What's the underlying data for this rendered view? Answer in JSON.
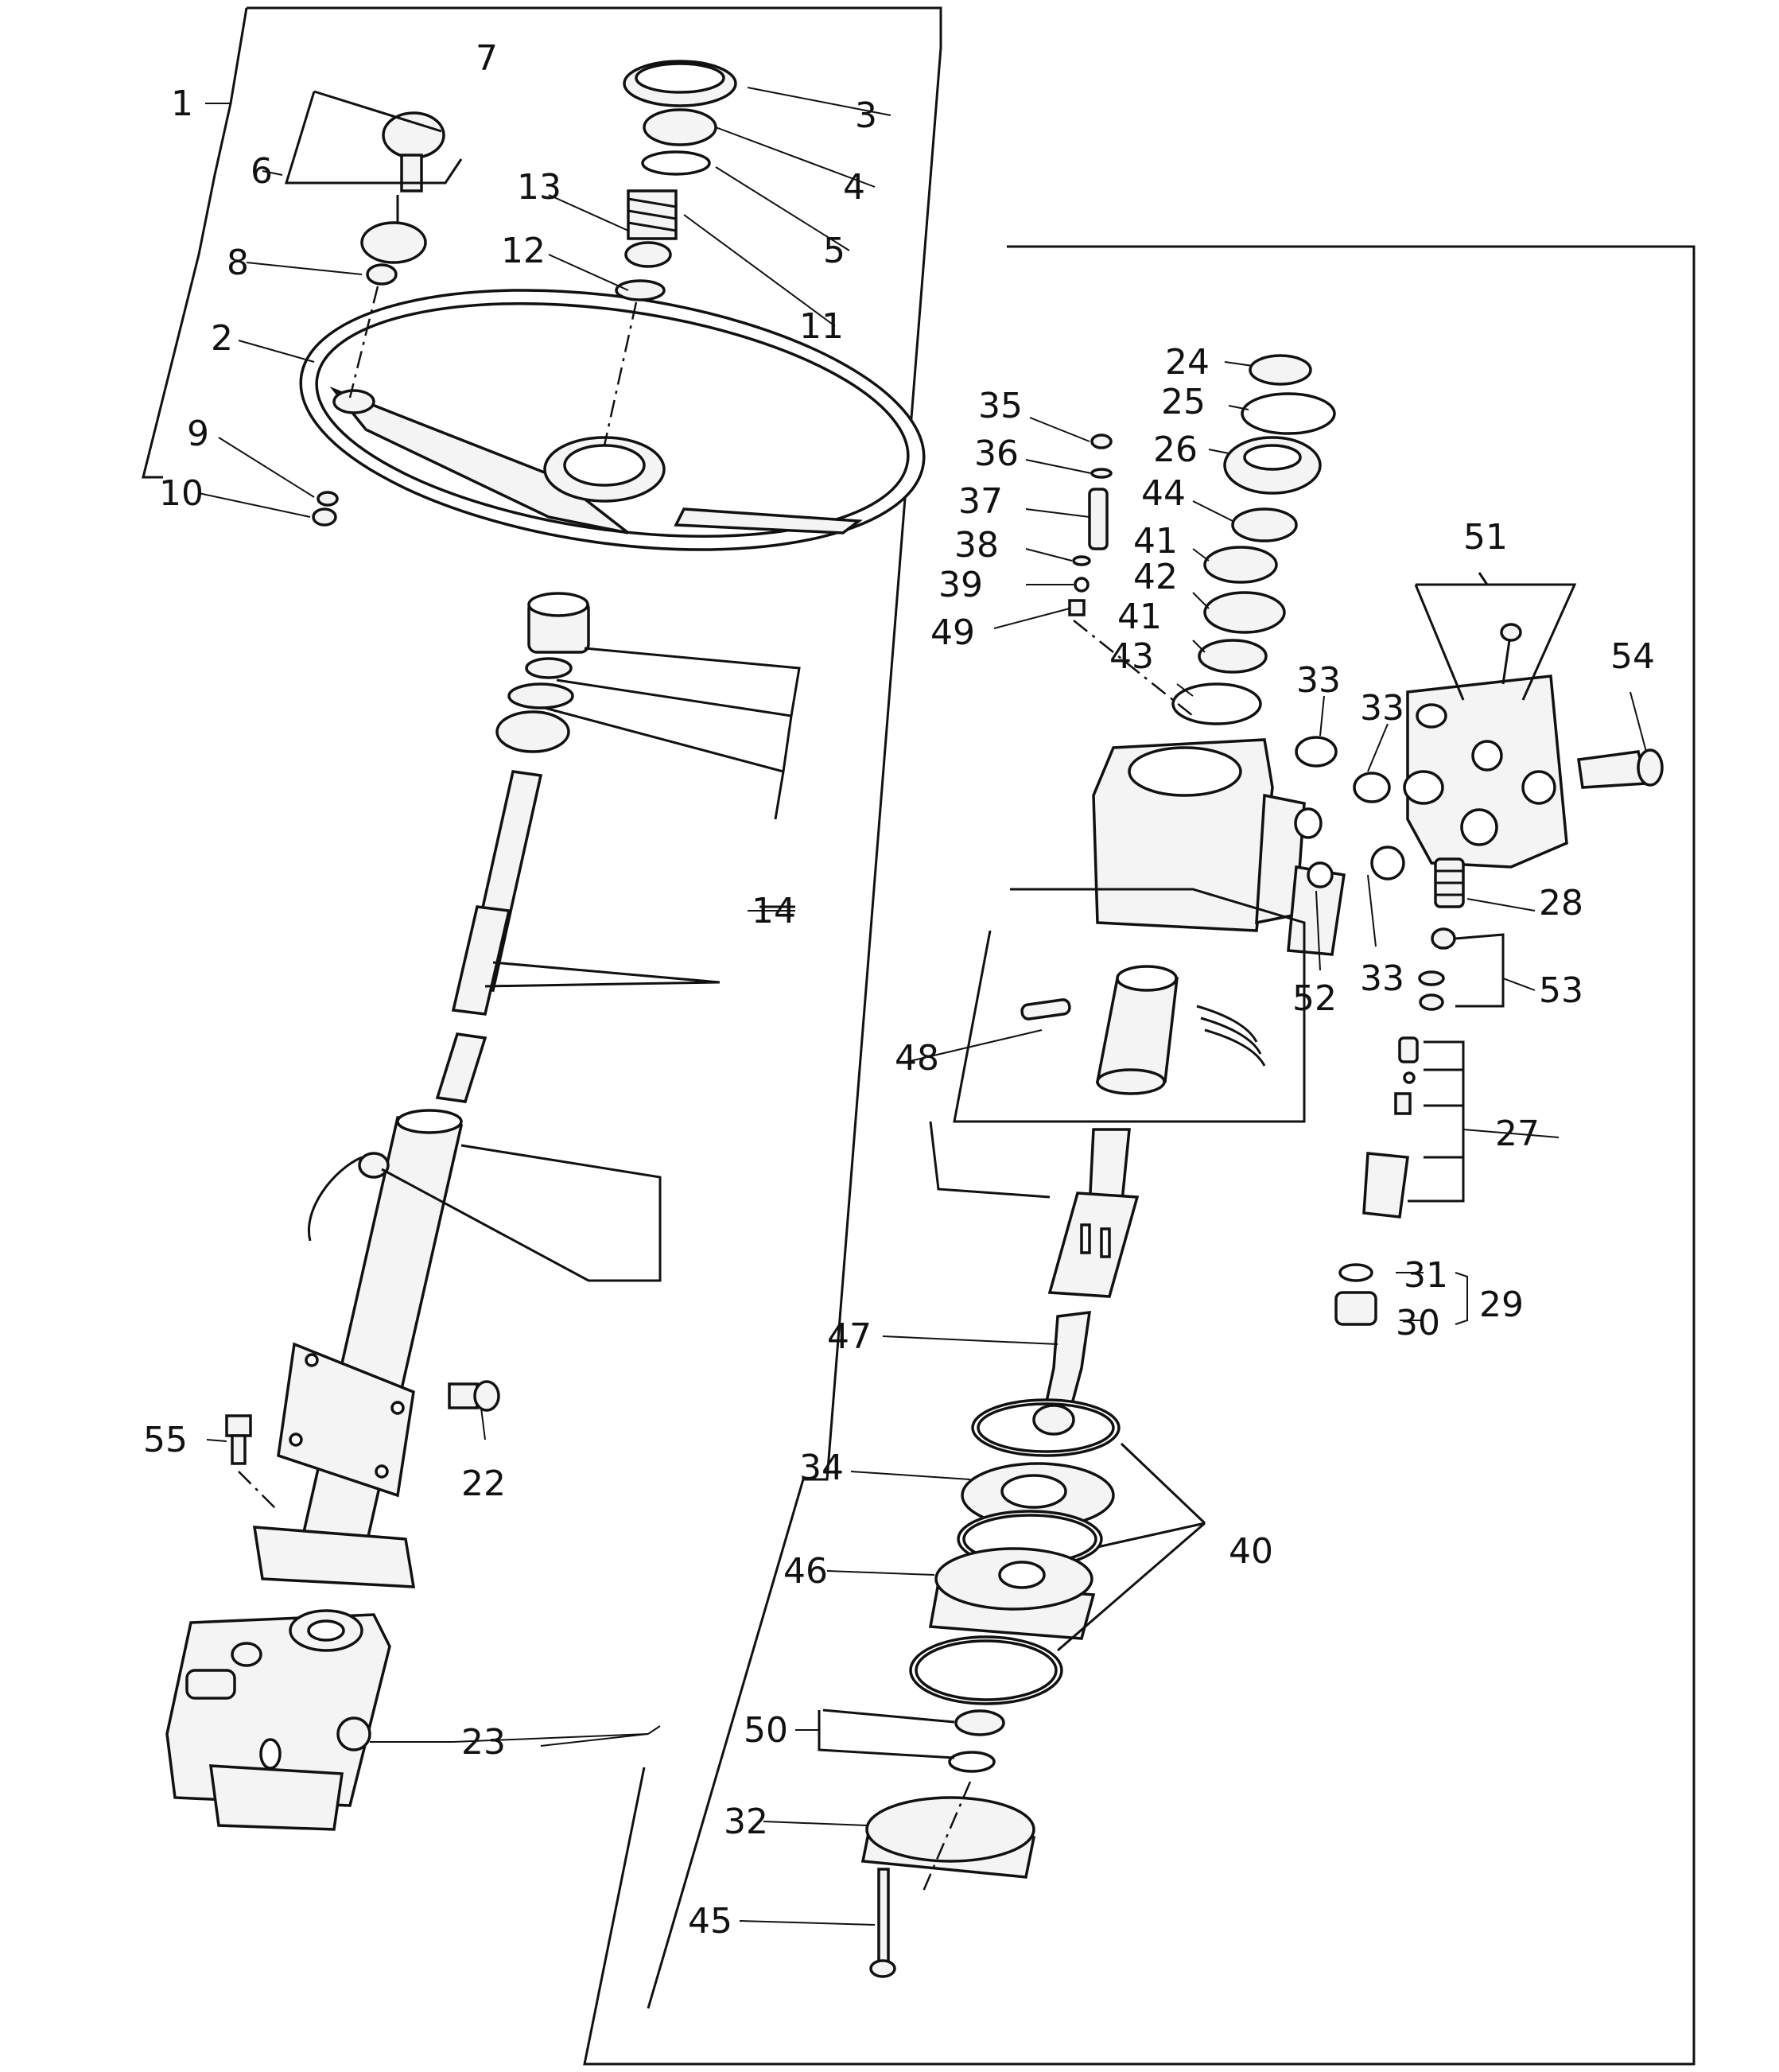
{
  "diagram": {
    "callouts": [
      {
        "id": "c1",
        "label": "1"
      },
      {
        "id": "c2",
        "label": "2"
      },
      {
        "id": "c3",
        "label": "3"
      },
      {
        "id": "c4",
        "label": "4"
      },
      {
        "id": "c5",
        "label": "5"
      },
      {
        "id": "c6",
        "label": "6"
      },
      {
        "id": "c7",
        "label": "7"
      },
      {
        "id": "c8",
        "label": "8"
      },
      {
        "id": "c9",
        "label": "9"
      },
      {
        "id": "c10",
        "label": "10"
      },
      {
        "id": "c11",
        "label": "11"
      },
      {
        "id": "c12",
        "label": "12"
      },
      {
        "id": "c13",
        "label": "13"
      },
      {
        "id": "c14",
        "label": "14"
      },
      {
        "id": "c22",
        "label": "22"
      },
      {
        "id": "c23",
        "label": "23"
      },
      {
        "id": "c24",
        "label": "24"
      },
      {
        "id": "c25",
        "label": "25"
      },
      {
        "id": "c26",
        "label": "26"
      },
      {
        "id": "c27",
        "label": "27"
      },
      {
        "id": "c28",
        "label": "28"
      },
      {
        "id": "c29",
        "label": "29"
      },
      {
        "id": "c30",
        "label": "30"
      },
      {
        "id": "c31",
        "label": "31"
      },
      {
        "id": "c32",
        "label": "32"
      },
      {
        "id": "c33a",
        "label": "33"
      },
      {
        "id": "c33b",
        "label": "33"
      },
      {
        "id": "c33c",
        "label": "33"
      },
      {
        "id": "c34",
        "label": "34"
      },
      {
        "id": "c35",
        "label": "35"
      },
      {
        "id": "c36",
        "label": "36"
      },
      {
        "id": "c37",
        "label": "37"
      },
      {
        "id": "c38",
        "label": "38"
      },
      {
        "id": "c39",
        "label": "39"
      },
      {
        "id": "c40",
        "label": "40"
      },
      {
        "id": "c41a",
        "label": "41"
      },
      {
        "id": "c41b",
        "label": "41"
      },
      {
        "id": "c42",
        "label": "42"
      },
      {
        "id": "c43",
        "label": "43"
      },
      {
        "id": "c44",
        "label": "44"
      },
      {
        "id": "c45",
        "label": "45"
      },
      {
        "id": "c46",
        "label": "46"
      },
      {
        "id": "c47",
        "label": "47"
      },
      {
        "id": "c48",
        "label": "48"
      },
      {
        "id": "c49",
        "label": "49"
      },
      {
        "id": "c50",
        "label": "50"
      },
      {
        "id": "c51",
        "label": "51"
      },
      {
        "id": "c52",
        "label": "52"
      },
      {
        "id": "c53",
        "label": "53"
      },
      {
        "id": "c54",
        "label": "54"
      },
      {
        "id": "c55",
        "label": "55"
      }
    ]
  }
}
